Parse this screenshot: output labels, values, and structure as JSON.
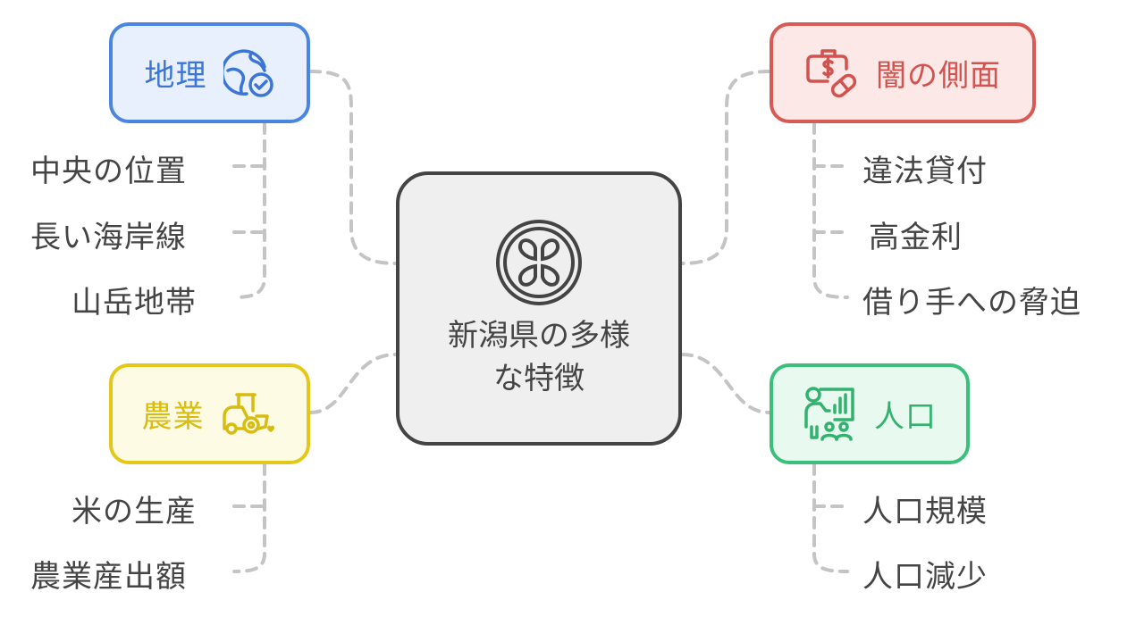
{
  "center": {
    "title": "新潟県の多様な特徴",
    "icon": "flower-circle-icon"
  },
  "branches": {
    "geography": {
      "label": "地理",
      "icon": "globe-check-icon",
      "color": "#4a86e0",
      "items": [
        "中央の位置",
        "長い海岸線",
        "山岳地帯"
      ]
    },
    "dark_side": {
      "label": "闇の側面",
      "icon": "money-bag-pill-icon",
      "color": "#d95a55",
      "items": [
        "違法貸付",
        "高金利",
        "借り手への脅迫"
      ]
    },
    "agriculture": {
      "label": "農業",
      "icon": "tractor-icon",
      "color": "#e3c81a",
      "items": [
        "米の生産",
        "農業産出額"
      ]
    },
    "population": {
      "label": "人口",
      "icon": "presenter-group-icon",
      "color": "#3cbf7a",
      "items": [
        "人口規模",
        "人口減少"
      ]
    }
  },
  "connector_color": "#c2c2c2"
}
